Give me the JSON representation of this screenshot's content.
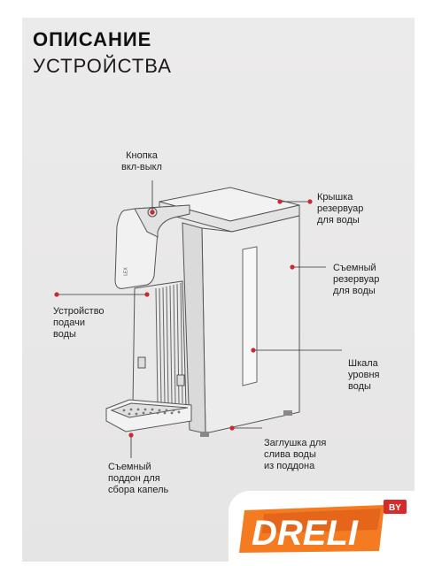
{
  "heading": {
    "line1": "ОПИСАНИЕ",
    "line2": "УСТРОЙСТВА"
  },
  "callouts": {
    "power_button": "Кнопка\nвкл-выкл",
    "reservoir_lid": "Крышка\nрезервуар\nдля воды",
    "removable_reservoir": "Съемный\nрезервуар\nдля воды",
    "water_level_scale": "Шкала\nуровня\nводы",
    "water_dispenser": "Устройство\nподачи\nводы",
    "drain_plug": "Заглушка для\nслива воды\nиз поддона",
    "drip_tray": "Съемный\nподдон для\nсбора капель"
  },
  "device": {
    "brand_text": "LEX"
  },
  "logo": {
    "text": "DRELI",
    "suffix": "BY"
  },
  "colors": {
    "accent_red": "#c62a32",
    "logo_orange": "#f47b20",
    "logo_red": "#d62b2b"
  }
}
